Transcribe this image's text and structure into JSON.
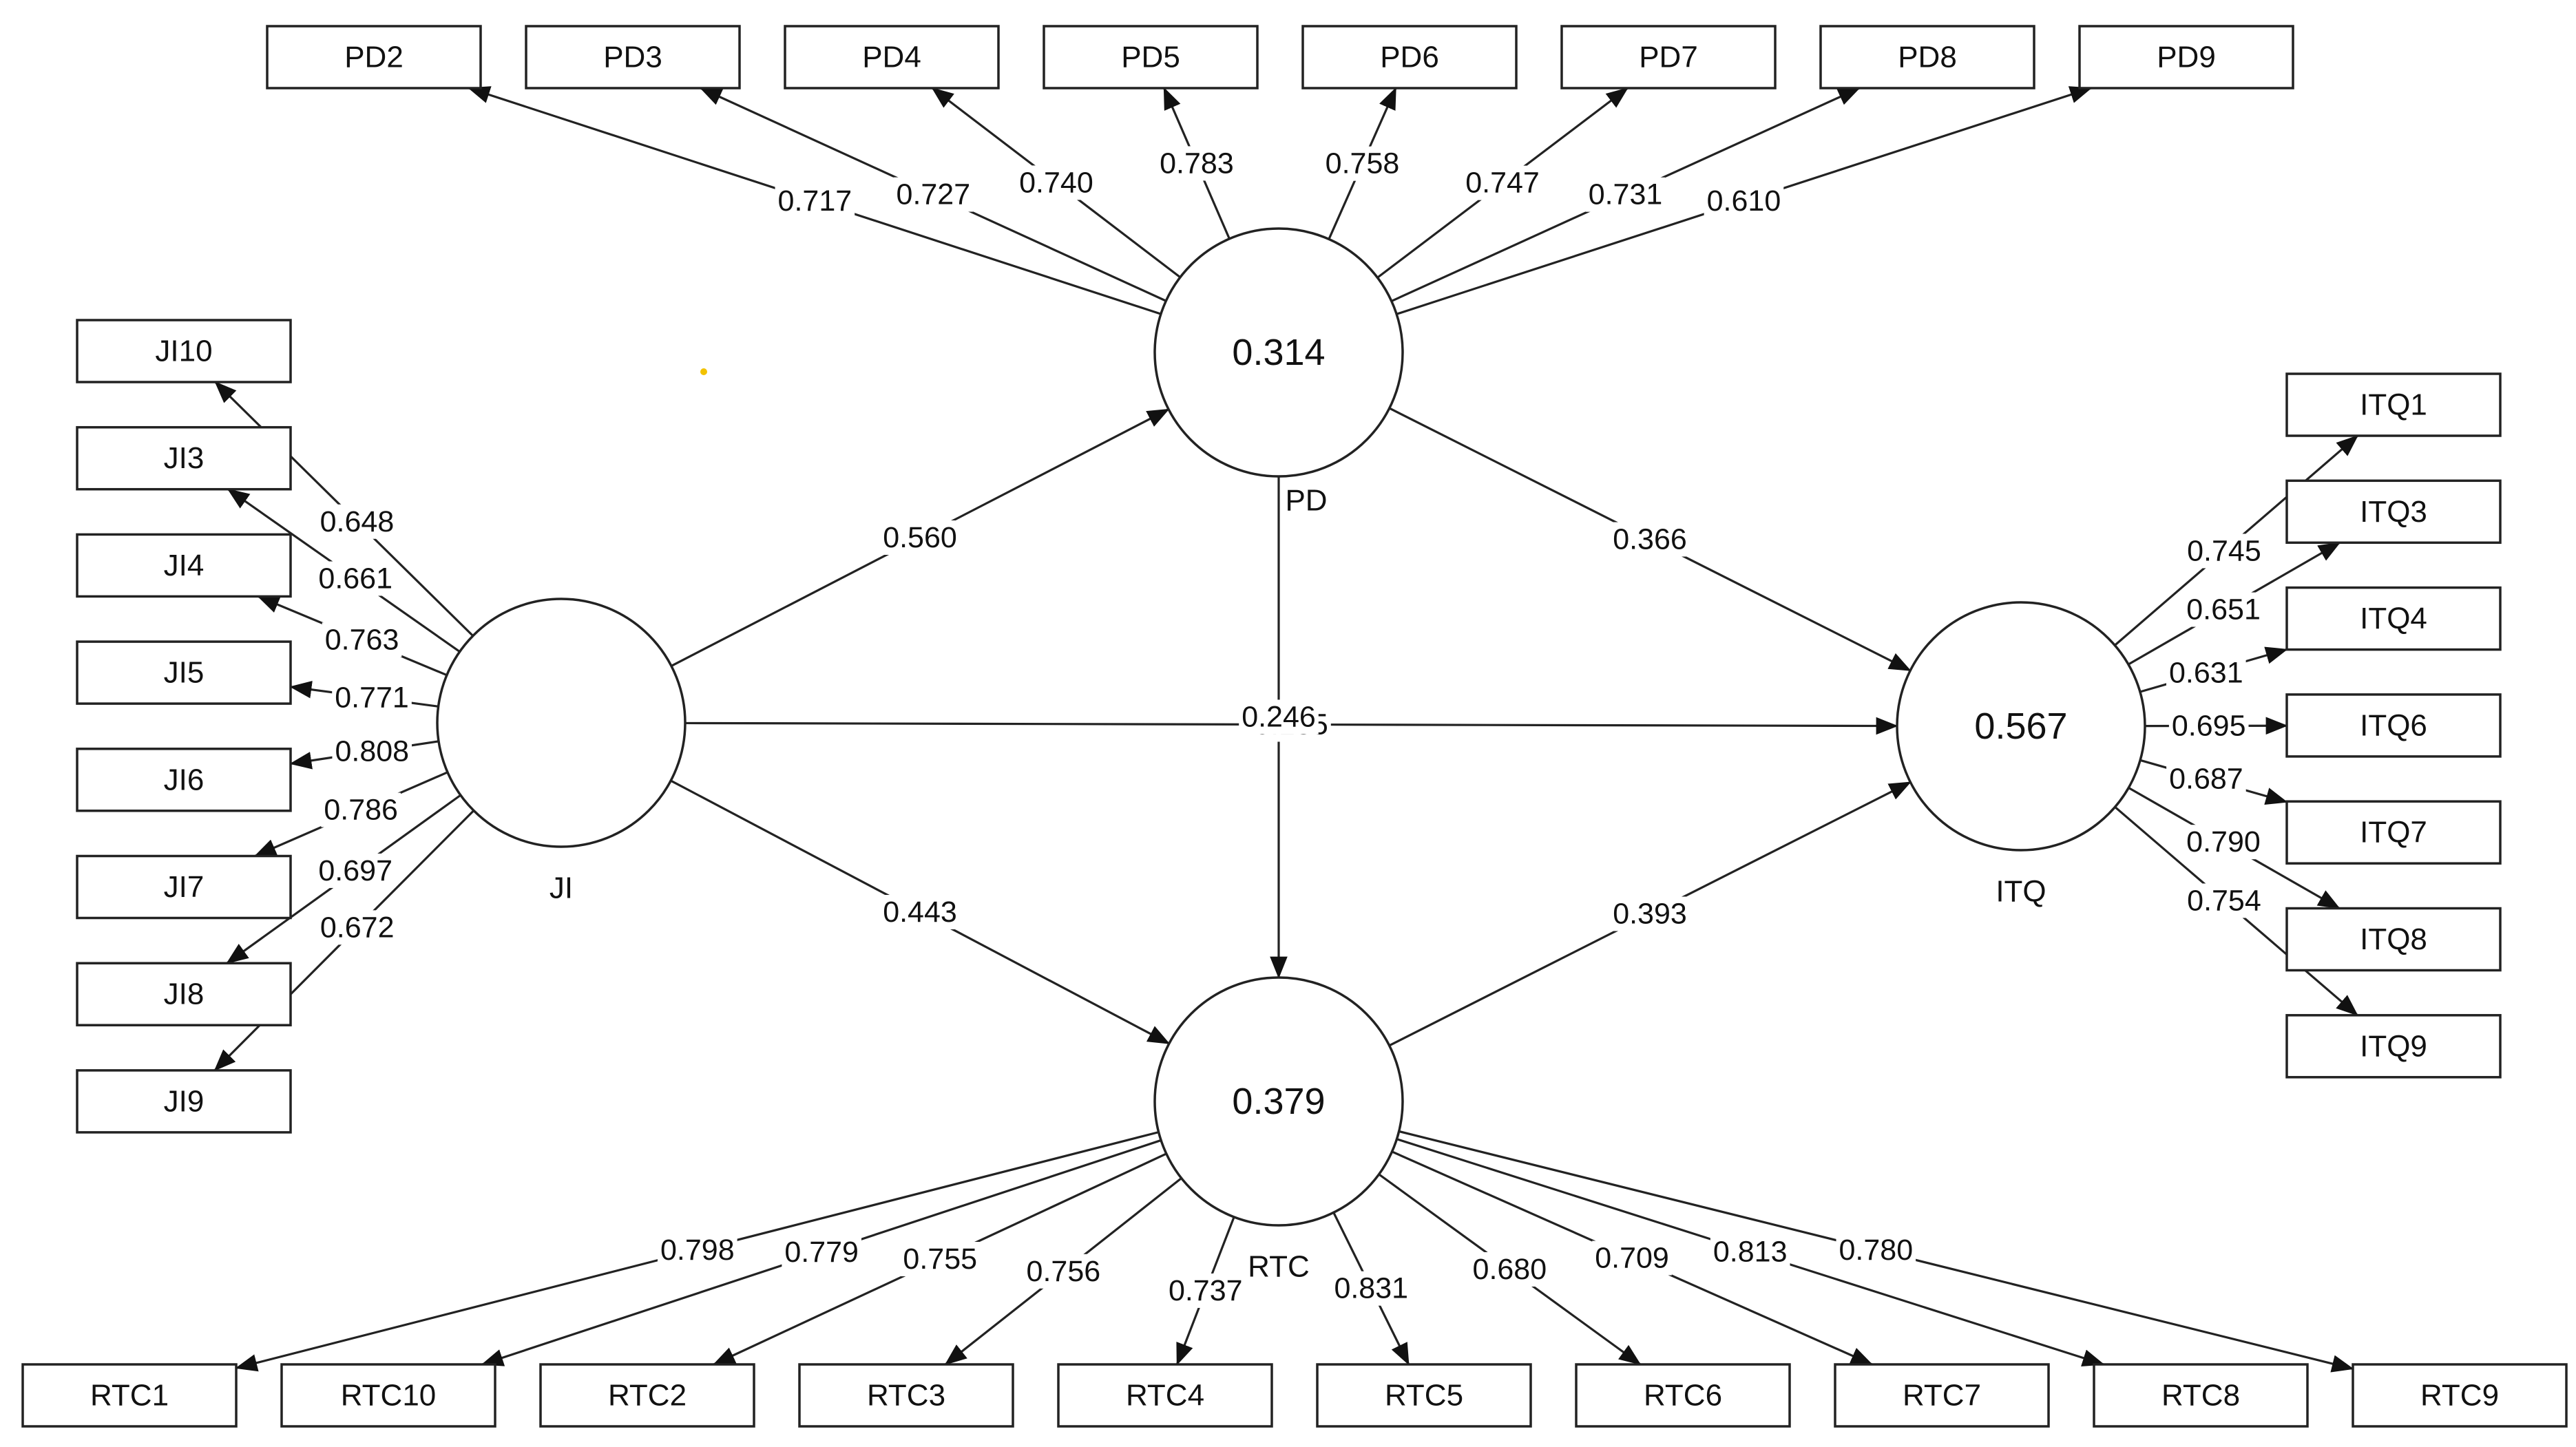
{
  "diagram": {
    "constructs": [
      {
        "id": "JI",
        "name": "JI",
        "r2": ""
      },
      {
        "id": "PD",
        "name": "PD",
        "r2": "0.314"
      },
      {
        "id": "RTC",
        "name": "RTC",
        "r2": "0.379"
      },
      {
        "id": "ITQ",
        "name": "ITQ",
        "r2": "0.567"
      }
    ],
    "indicators": {
      "PD": [
        {
          "name": "PD2",
          "loading": "0.717"
        },
        {
          "name": "PD3",
          "loading": "0.727"
        },
        {
          "name": "PD4",
          "loading": "0.740"
        },
        {
          "name": "PD5",
          "loading": "0.783"
        },
        {
          "name": "PD6",
          "loading": "0.758"
        },
        {
          "name": "PD7",
          "loading": "0.747"
        },
        {
          "name": "PD8",
          "loading": "0.731"
        },
        {
          "name": "PD9",
          "loading": "0.610"
        }
      ],
      "JI": [
        {
          "name": "JI10",
          "loading": "0.648"
        },
        {
          "name": "JI3",
          "loading": "0.661"
        },
        {
          "name": "JI4",
          "loading": "0.763"
        },
        {
          "name": "JI5",
          "loading": "0.771"
        },
        {
          "name": "JI6",
          "loading": "0.808"
        },
        {
          "name": "JI7",
          "loading": "0.786"
        },
        {
          "name": "JI8",
          "loading": "0.697"
        },
        {
          "name": "JI9",
          "loading": "0.672"
        }
      ],
      "ITQ": [
        {
          "name": "ITQ1",
          "loading": "0.745"
        },
        {
          "name": "ITQ3",
          "loading": "0.651"
        },
        {
          "name": "ITQ4",
          "loading": "0.631"
        },
        {
          "name": "ITQ6",
          "loading": "0.695"
        },
        {
          "name": "ITQ7",
          "loading": "0.687"
        },
        {
          "name": "ITQ8",
          "loading": "0.790"
        },
        {
          "name": "ITQ9",
          "loading": "0.754"
        }
      ],
      "RTC": [
        {
          "name": "RTC1",
          "loading": "0.798"
        },
        {
          "name": "RTC10",
          "loading": "0.779"
        },
        {
          "name": "RTC2",
          "loading": "0.755"
        },
        {
          "name": "RTC3",
          "loading": "0.756"
        },
        {
          "name": "RTC4",
          "loading": "0.737"
        },
        {
          "name": "RTC5",
          "loading": "0.831"
        },
        {
          "name": "RTC6",
          "loading": "0.680"
        },
        {
          "name": "RTC7",
          "loading": "0.709"
        },
        {
          "name": "RTC8",
          "loading": "0.813"
        },
        {
          "name": "RTC9",
          "loading": "0.780"
        }
      ]
    },
    "paths": [
      {
        "from": "JI",
        "to": "PD",
        "coef": "0.560"
      },
      {
        "from": "JI",
        "to": "ITQ",
        "coef": "0.135"
      },
      {
        "from": "JI",
        "to": "RTC",
        "coef": "0.443"
      },
      {
        "from": "PD",
        "to": "ITQ",
        "coef": "0.366"
      },
      {
        "from": "PD",
        "to": "RTC",
        "coef": "0.246"
      },
      {
        "from": "RTC",
        "to": "ITQ",
        "coef": "0.393"
      }
    ]
  }
}
